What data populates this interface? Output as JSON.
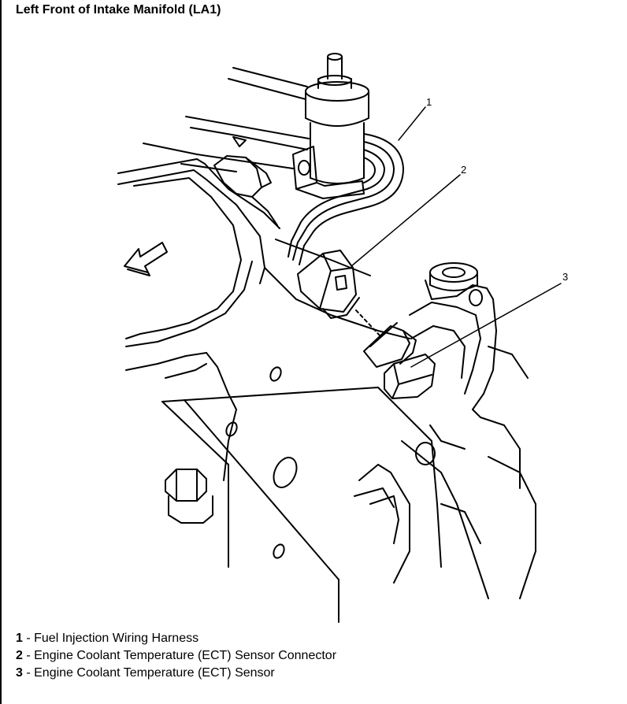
{
  "title": "Left Front of Intake Manifold (LA1)",
  "callouts": [
    "1",
    "2",
    "3"
  ],
  "legend": [
    {
      "num": "1",
      "sep": " - ",
      "text": "Fuel Injection Wiring Harness"
    },
    {
      "num": "2",
      "sep": " - ",
      "text": "Engine Coolant Temperature (ECT) Sensor Connector"
    },
    {
      "num": "3",
      "sep": " - ",
      "text": "Engine Coolant Temperature (ECT) Sensor"
    }
  ],
  "icons": [
    "direction-arrow-icon"
  ]
}
